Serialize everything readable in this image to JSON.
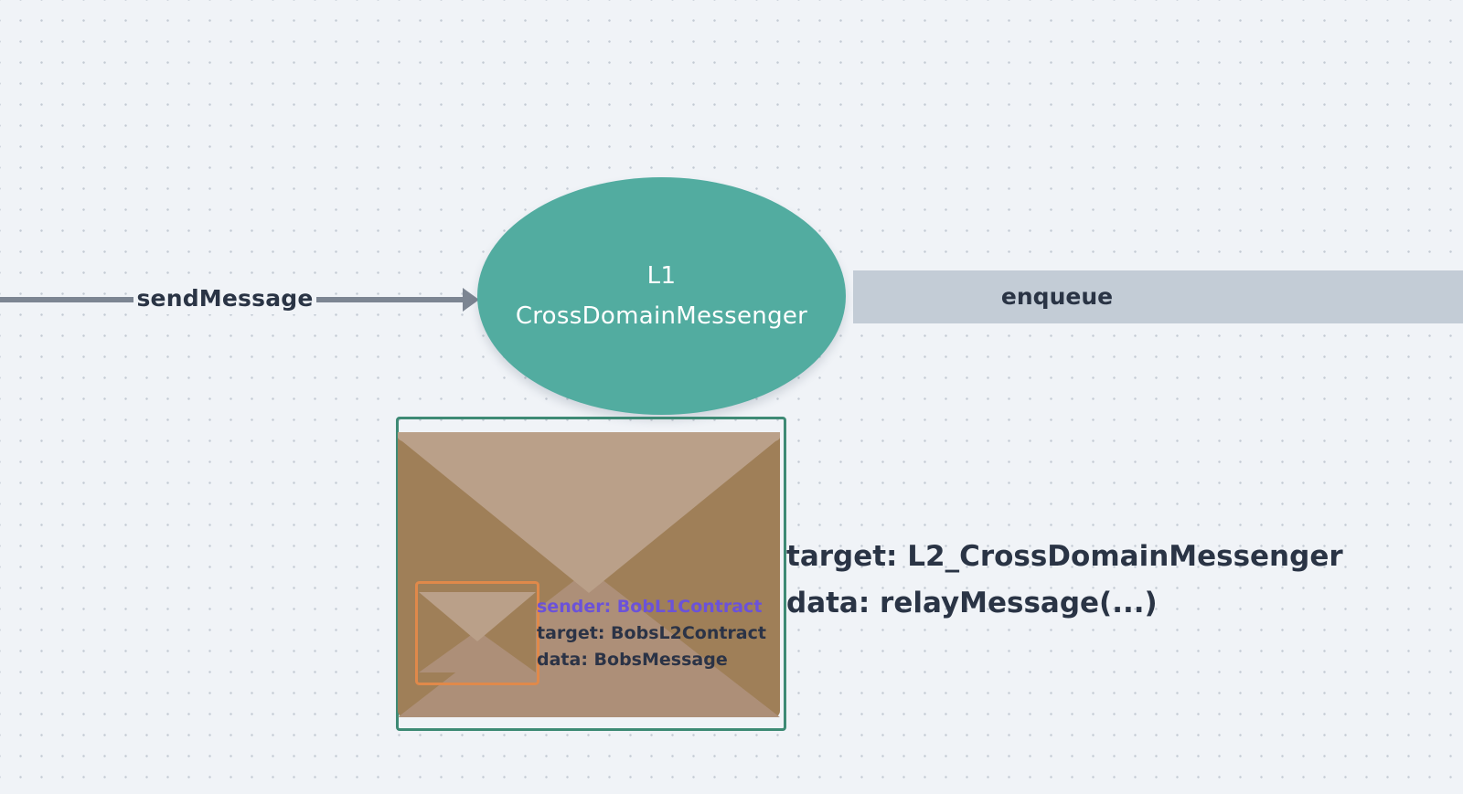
{
  "diagram": {
    "edge_send": {
      "label": "sendMessage",
      "color": "#7c8592"
    },
    "node_l1_messenger": {
      "label": "L1\nCrossDomainMessenger",
      "fill": "#52aca0",
      "text_color": "#ffffff"
    },
    "node_enqueue": {
      "label": "enqueue",
      "fill": "#c3ccd6"
    },
    "outer_message": {
      "frame_color": "#3e8a75",
      "envelope_colors": {
        "flap": "#baa089",
        "sides": "#9f7f58",
        "bottom": "#ad8f78"
      },
      "target": "target: L2_CrossDomainMessenger",
      "data": "data: relayMessage(...)"
    },
    "inner_message": {
      "frame_color": "#e0894a",
      "sender": "sender: BobL1Contract",
      "sender_color": "#6b52d9",
      "target": "target: BobsL2Contract",
      "data": "data: BobsMessage"
    }
  }
}
